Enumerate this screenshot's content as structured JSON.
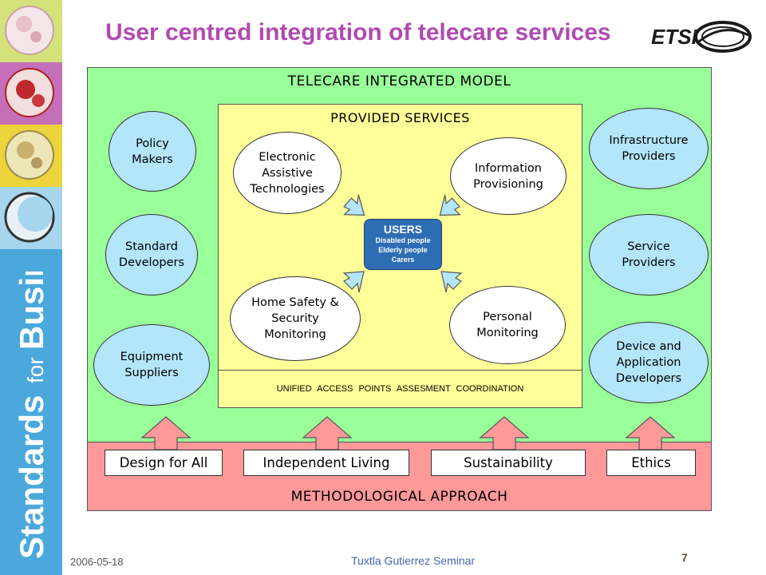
{
  "header": {
    "title": "User centred integration of telecare services",
    "logo_text": "ETSI"
  },
  "sidebar": {
    "brand_text_1": "Standards",
    "brand_text_2": "for",
    "brand_text_3": "Business"
  },
  "model": {
    "title": "TELECARE INTEGRATED MODEL",
    "left_actors": [
      "Policy\nMakers",
      "Standard\nDevelopers",
      "Equipment\nSuppliers"
    ],
    "right_actors": [
      "Infrastructure\nProviders",
      "Service\nProviders",
      "Device and\nApplication\nDevelopers"
    ]
  },
  "services": {
    "title": "PROVIDED SERVICES",
    "items": [
      "Electronic\nAssistive\nTechnologies",
      "Information\nProvisioning",
      "Home Safety &\nSecurity\nMonitoring",
      "Personal\nMonitoring"
    ],
    "access_points": "UNIFIED ACCESS POINTS  ASSESMENT  COORDINATION"
  },
  "users": {
    "title": "USERS",
    "lines": [
      "Disabled people",
      "Elderly people",
      "Carers"
    ]
  },
  "method": {
    "title": "METHODOLOGICAL APPROACH",
    "approaches": [
      "Design for All",
      "Independent Living",
      "Sustainability",
      "Ethics"
    ]
  },
  "footer": {
    "date": "2006-05-18",
    "seminar": "Tuxtla Gutierrez Seminar",
    "page": "7"
  },
  "colors": {
    "model_bg": "#99ff99",
    "method_bg": "#ff9999",
    "services_bg": "#ffff99",
    "actor_bg": "#b3e5fb",
    "users_bg": "#2d6db4",
    "title_color": "#b04ab0",
    "sidebar_bg": "#4aa8dc"
  }
}
